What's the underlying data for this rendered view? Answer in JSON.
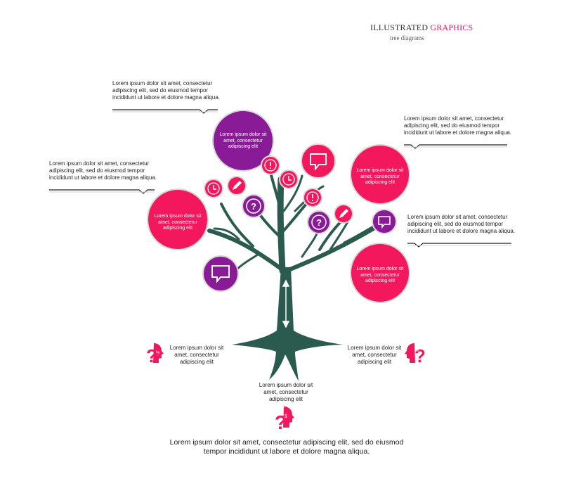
{
  "header": {
    "title_part1": "ILLUSTRATED ",
    "title_part2": "GRAPHICS",
    "subtitle": "tree diagrams"
  },
  "notes": {
    "top_left": "Lorem ipsum dolor sit amet, consectetur adipiscing elit, sed do eiusmod tempor incididunt ut labore et dolore magna aliqua.",
    "mid_left": "Lorem ipsum dolor sit amet, consectetur adipiscing elit, sed do eiusmod tempor incididunt ut labore et dolore magna aliqua.",
    "top_right": "Lorem ipsum dolor sit amet, consectetur adipiscing elit, sed do eiusmod tempor incididunt ut labore et dolore magna aliqua.",
    "mid_right": "Lorem ipsum dolor sit amet, consectetur adipiscing elit, sed do eiusmod tempor incididunt ut labore et dolore magna aliqua."
  },
  "circles": {
    "purple_top": "Lorem ipsum dolor sit amet, consectetur adipiscing elit",
    "pink_left": "Lorem ipsum dolor sit amet, consectetur adipiscing elit",
    "pink_right_top": "Lorem ipsum dolor sit amet, consectetur adipiscing elit",
    "pink_right_bottom": "Lorem ipsum dolor sit amet, consectetur adipiscing elit"
  },
  "root_labels": {
    "left": "Lorem ipsum dolor sit amet, consectetur adipiscing elit",
    "right": "Lorem ipsum dolor sit amet, consectetur adipiscing elit",
    "bottom": "Lorem ipsum dolor sit amet, consectetur adipiscing elit"
  },
  "head_icons": {
    "left_symbol": "%",
    "right_symbol": "%",
    "bottom_symbol": "$"
  },
  "footer": {
    "text": "Lorem ipsum dolor sit amet, consectetur adipiscing elit, sed do eiusmod tempor incididunt ut labore et dolore magna aliqua."
  },
  "colors": {
    "pink": "#f3175e",
    "purple": "#8a1b97",
    "trunk": "#2b5b4e"
  },
  "icons": [
    "speech-bubble-icon",
    "exclamation-icon",
    "clock-icon",
    "pencil-icon",
    "question-icon",
    "arrow-updown-icon",
    "question-head-icon"
  ]
}
